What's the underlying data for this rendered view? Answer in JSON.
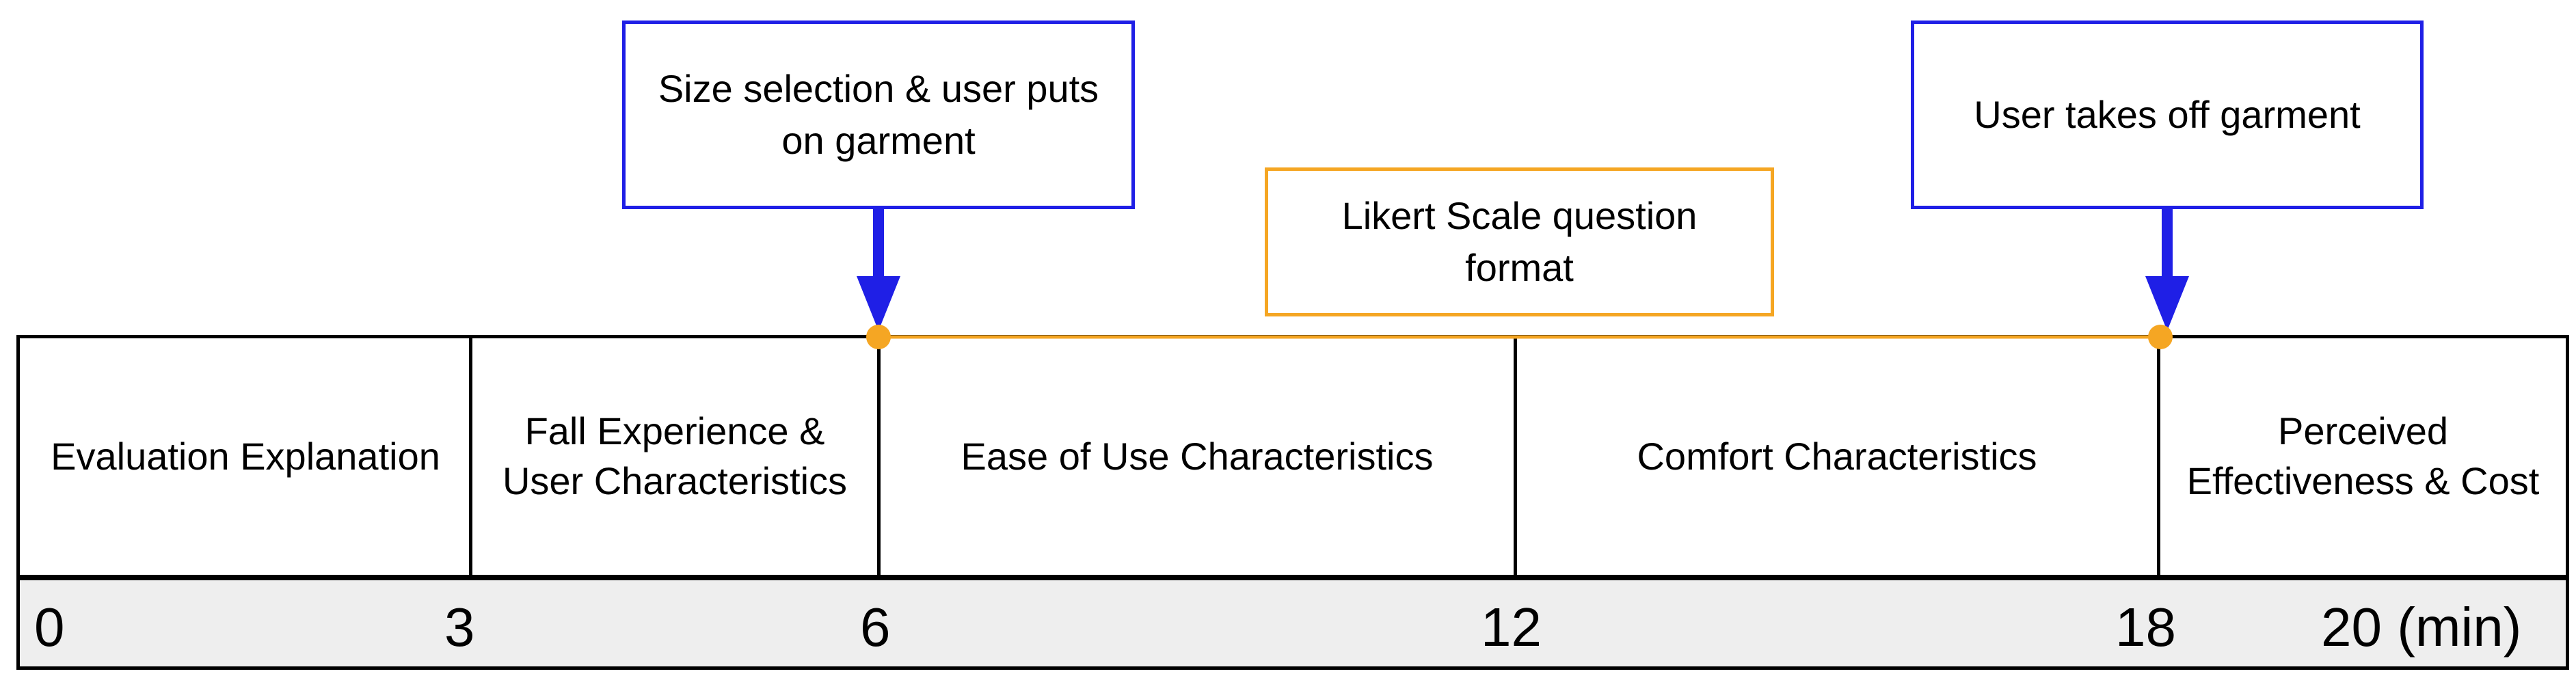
{
  "callouts": {
    "size_selection": "Size selection & user puts on garment",
    "takes_off": "User takes off garment",
    "likert": "Likert Scale question format"
  },
  "segments": [
    {
      "label": "Evaluation Explanation"
    },
    {
      "label": "Fall Experience & User Characteristics"
    },
    {
      "label": "Ease of Use Characteristics"
    },
    {
      "label": "Comfort Characteristics"
    },
    {
      "label": "Perceived Effectiveness & Cost"
    }
  ],
  "ticks": [
    "0",
    "3",
    "6",
    "12",
    "18",
    "20 (min)"
  ],
  "colors": {
    "blue": "#1f1fe6",
    "orange": "#f5a623",
    "scale_bg": "#eeeeee"
  }
}
